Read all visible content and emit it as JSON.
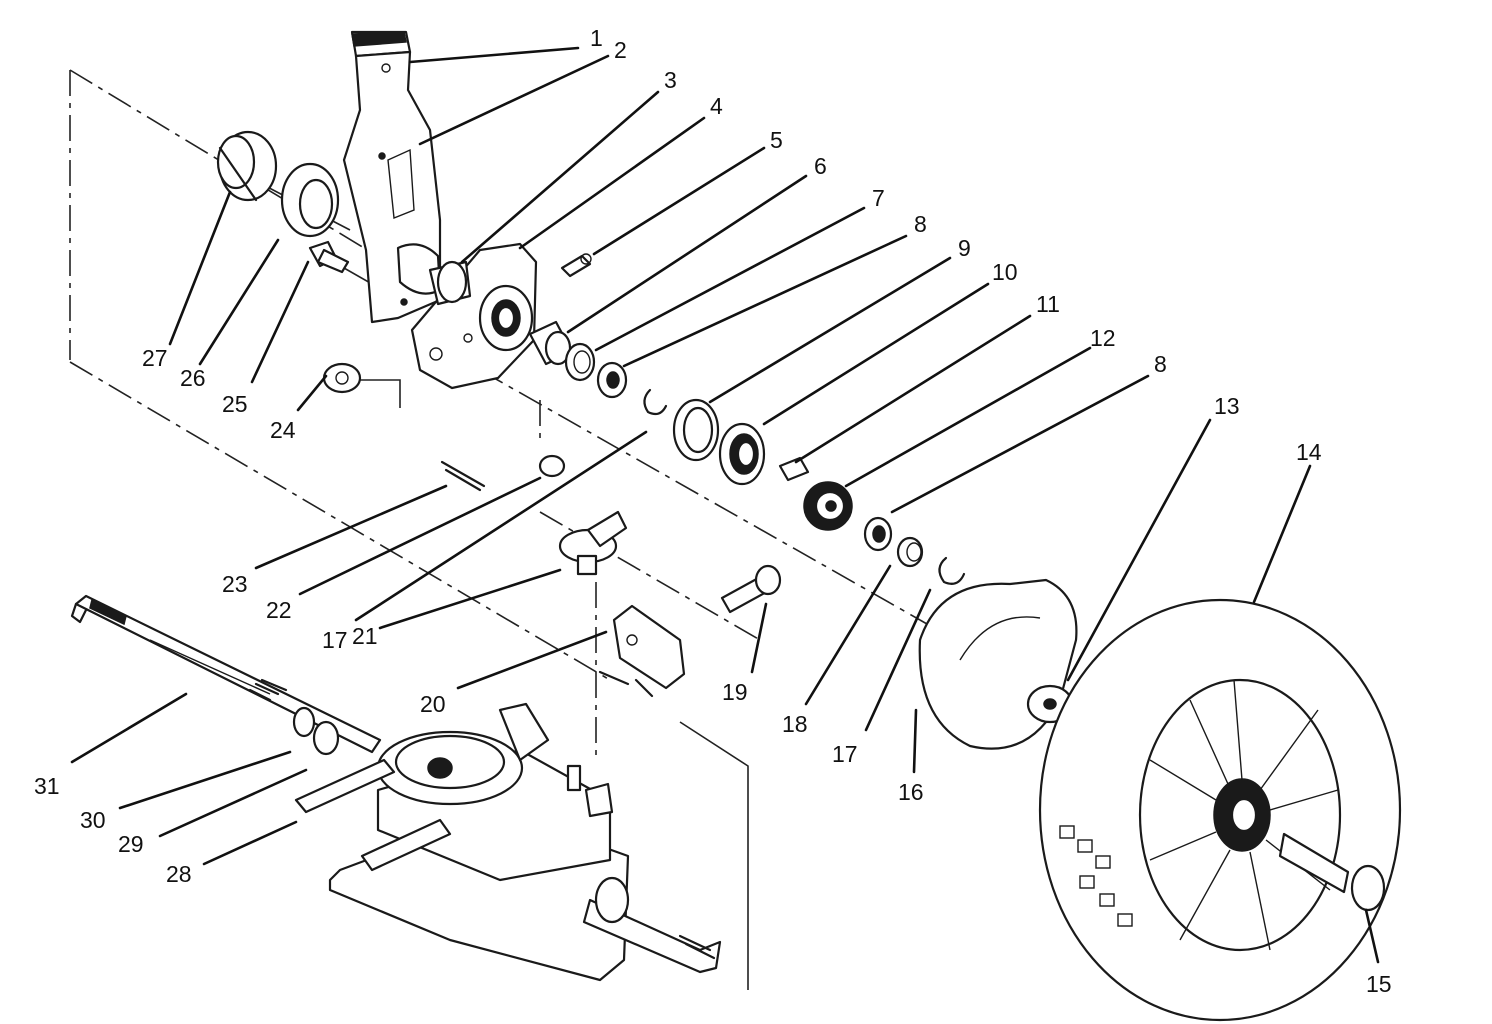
{
  "callouts": [
    {
      "label": "1"
    },
    {
      "label": "2"
    },
    {
      "label": "3"
    },
    {
      "label": "4"
    },
    {
      "label": "5"
    },
    {
      "label": "6"
    },
    {
      "label": "7"
    },
    {
      "label": "8"
    },
    {
      "label": "9"
    },
    {
      "label": "10"
    },
    {
      "label": "11"
    },
    {
      "label": "12"
    },
    {
      "label": "8"
    },
    {
      "label": "13"
    },
    {
      "label": "14"
    },
    {
      "label": "15"
    },
    {
      "label": "16"
    },
    {
      "label": "17"
    },
    {
      "label": "18"
    },
    {
      "label": "19"
    },
    {
      "label": "20"
    },
    {
      "label": "21"
    },
    {
      "label": "17"
    },
    {
      "label": "22"
    },
    {
      "label": "23"
    },
    {
      "label": "24"
    },
    {
      "label": "25"
    },
    {
      "label": "26"
    },
    {
      "label": "27"
    },
    {
      "label": "28"
    },
    {
      "label": "29"
    },
    {
      "label": "30"
    },
    {
      "label": "31"
    }
  ]
}
